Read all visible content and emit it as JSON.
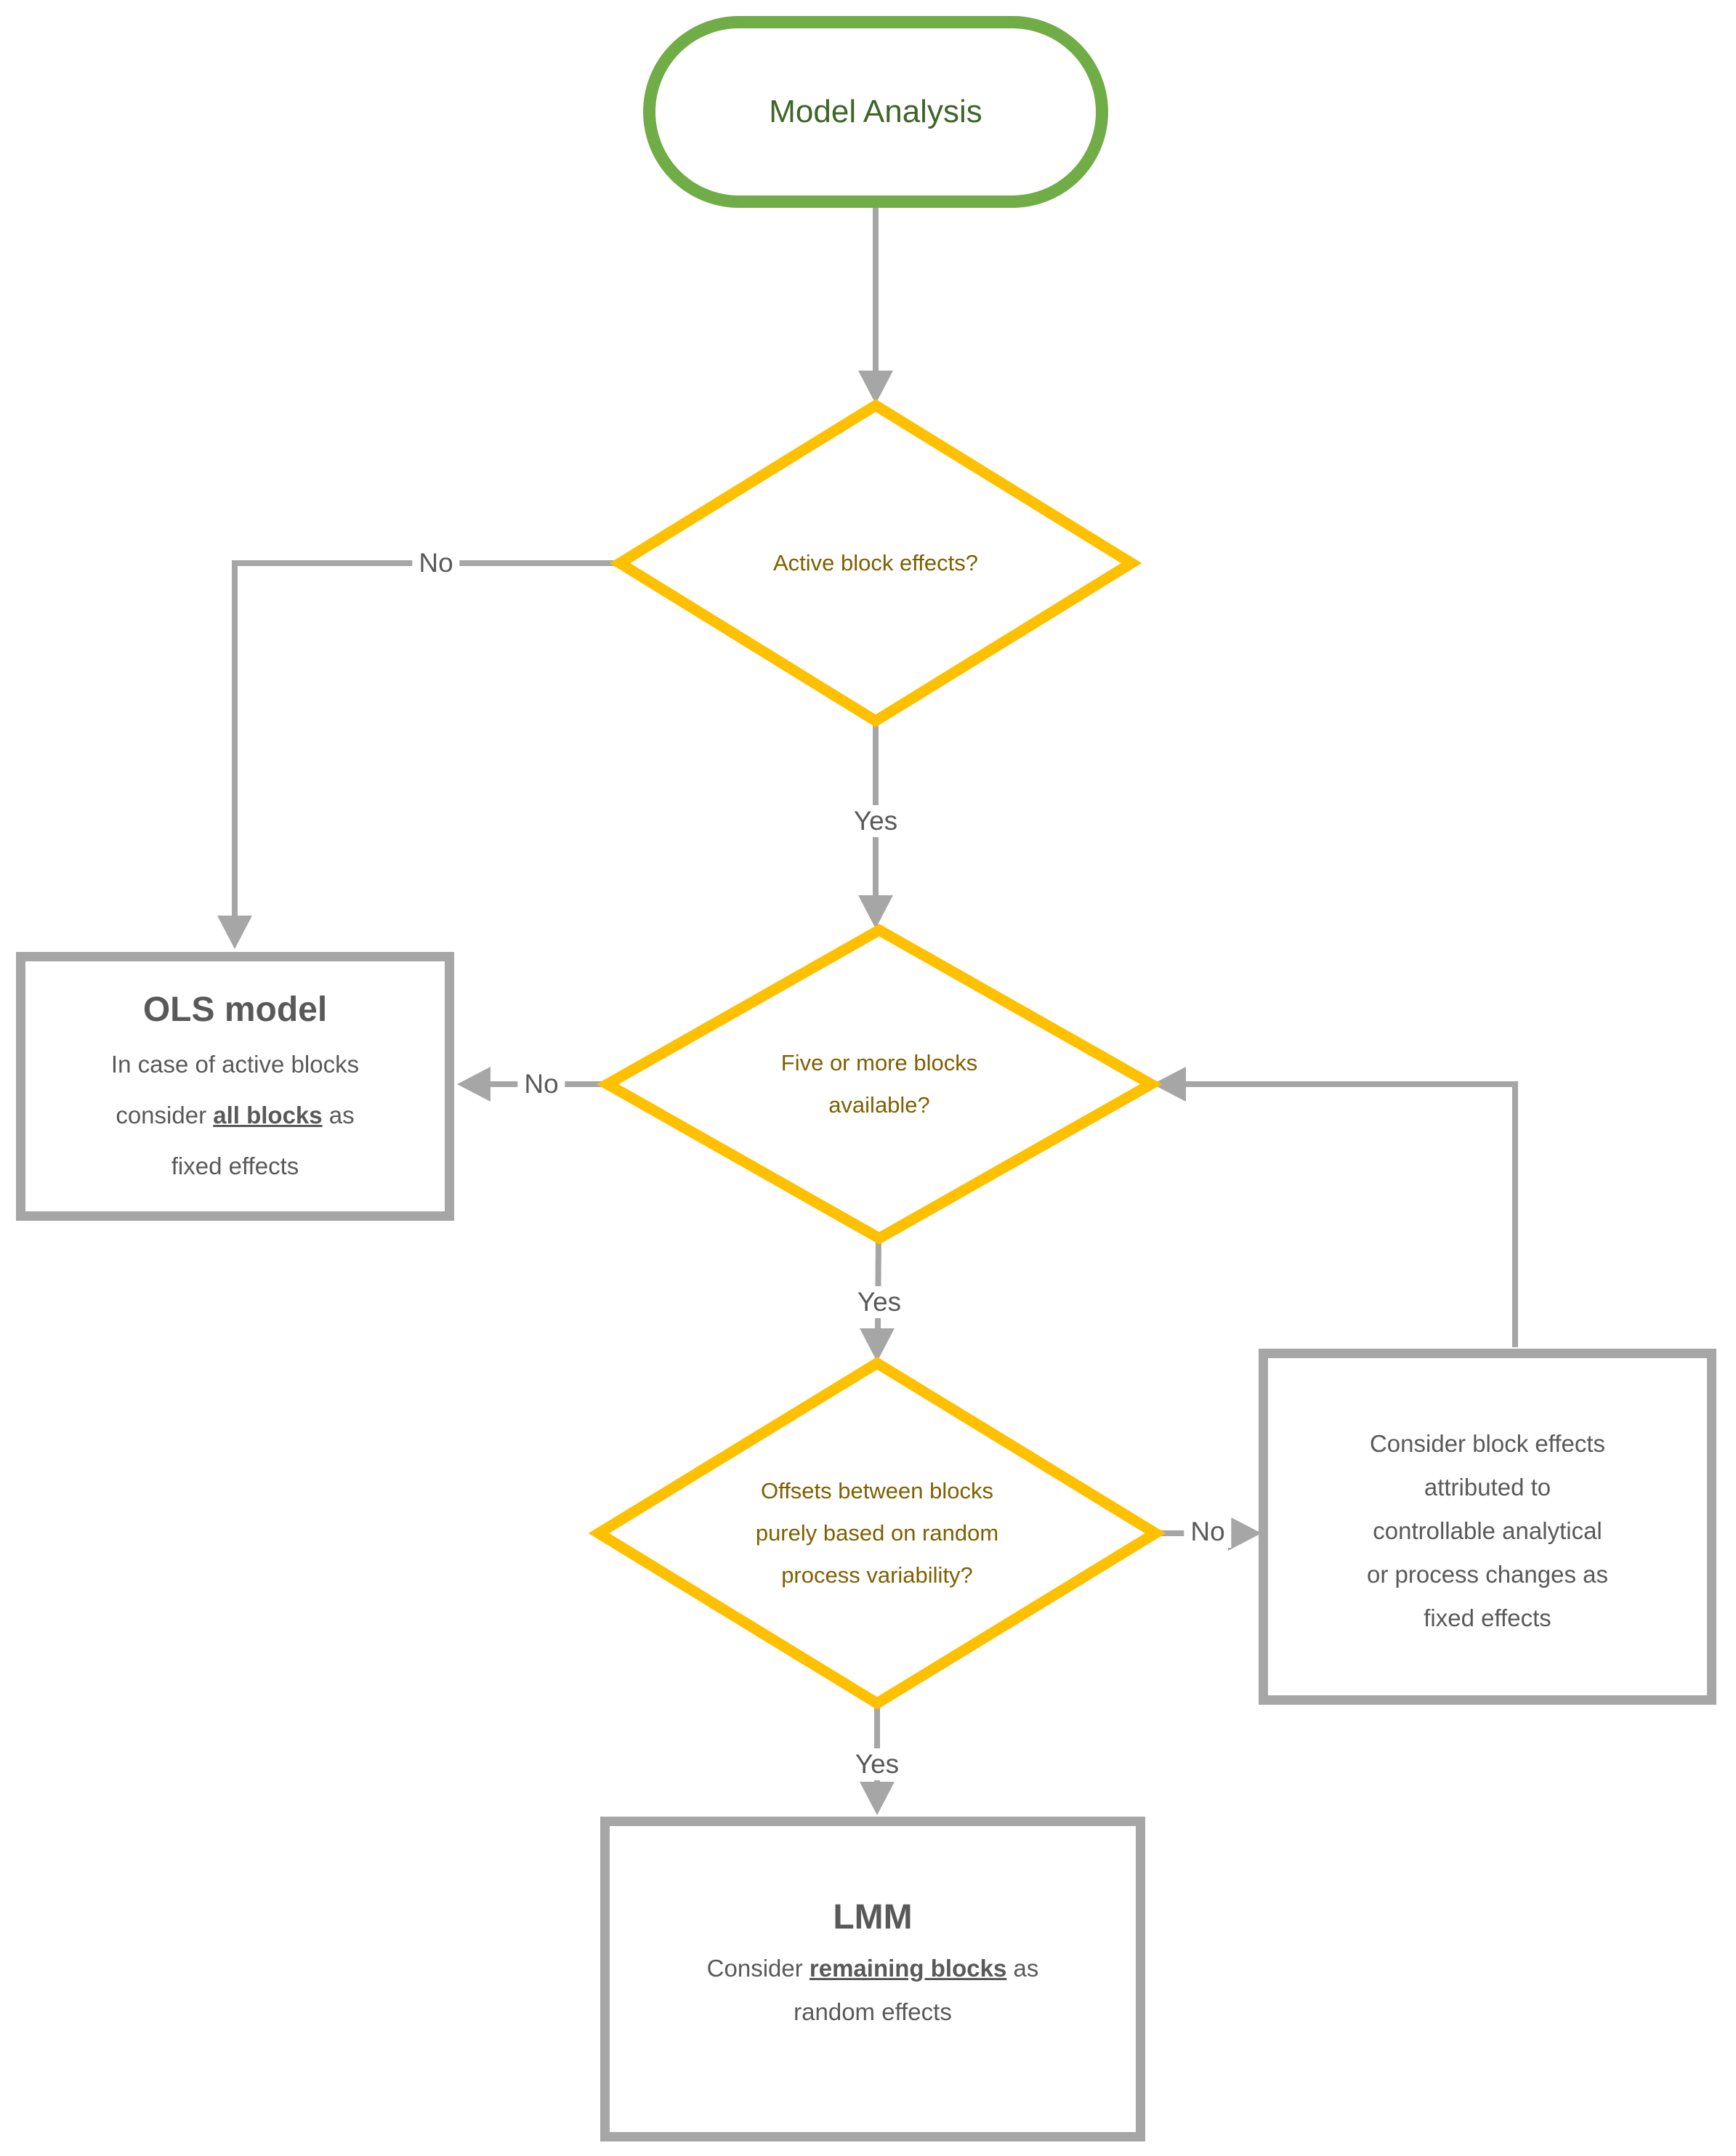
{
  "diagram": {
    "start": {
      "label": "Model Analysis"
    },
    "decision1": {
      "question": "Active block effects?"
    },
    "decision2": {
      "line1": "Five or more blocks",
      "line2": "available?"
    },
    "decision3": {
      "line1": "Offsets between blocks",
      "line2": "purely based on random",
      "line3": "process variability?"
    },
    "labels": {
      "no1": "No",
      "yes1": "Yes",
      "no2": "No",
      "yes2": "Yes",
      "no3": "No",
      "yes3": "Yes"
    },
    "ols_box": {
      "title": "OLS model",
      "line1": "In case of active blocks",
      "line2_pre": "consider ",
      "line2_emphasis": "all blocks",
      "line2_post": " as",
      "line3": "fixed effects"
    },
    "fixed_effects_box": {
      "line1": "Consider block effects",
      "line2": "attributed to",
      "line3": "controllable analytical",
      "line4": "or process changes as",
      "line5": "fixed effects"
    },
    "lmm_box": {
      "title": "LMM",
      "line1_pre": "Consider ",
      "line1_emphasis": "remaining blocks",
      "line1_post": " as",
      "line2": "random effects"
    }
  },
  "colors": {
    "background": "#FFFFFF",
    "start_border": "#70AD47",
    "start_text": "#3F6527",
    "decision_border": "#FFC000",
    "decision_text": "#7F6000",
    "connector": "#A6A6A6",
    "box_border": "#A6A6A6",
    "box_text": "#595959",
    "label_text": "#595959"
  }
}
